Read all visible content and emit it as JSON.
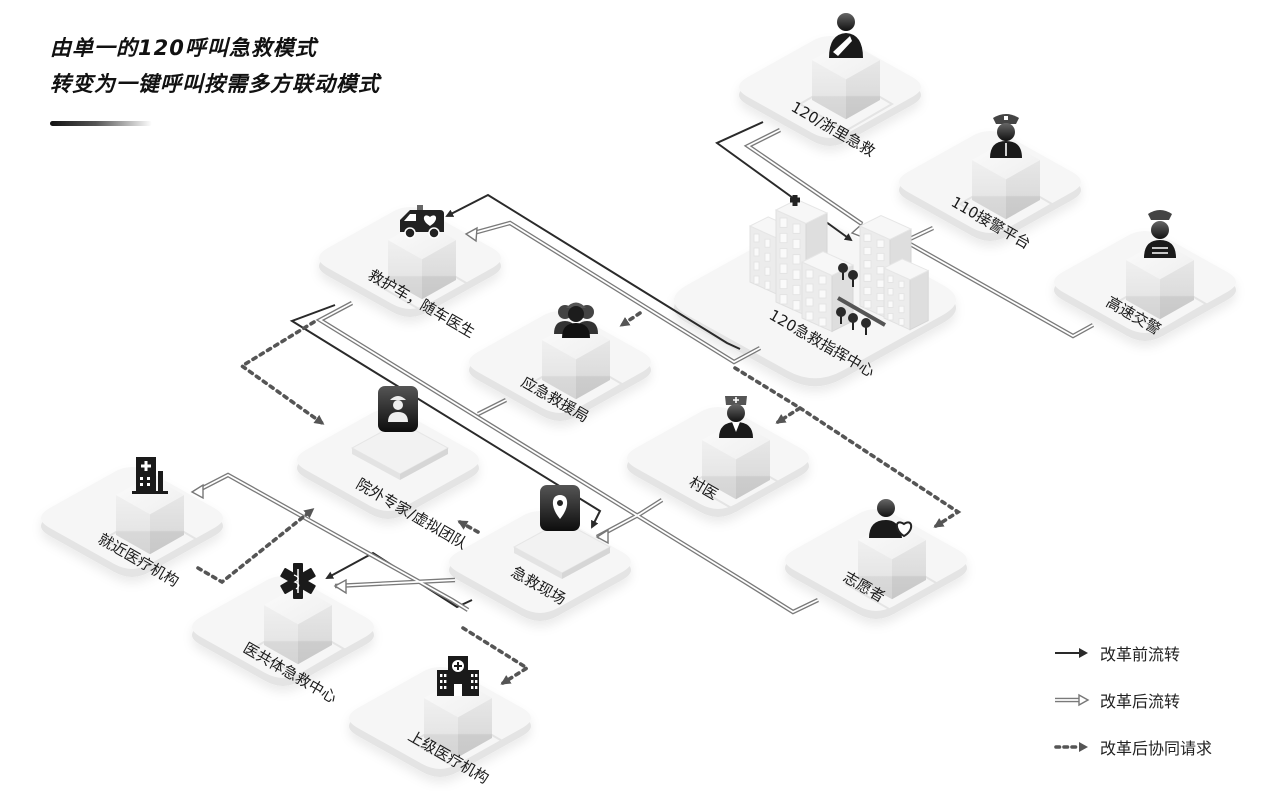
{
  "header": {
    "title_line1": "由单一的120呼叫急救模式",
    "title_line2": "转变为一键呼叫按需多方联动模式"
  },
  "nodes": [
    {
      "id": "zheli",
      "label": "120/浙里急救",
      "icon": "injured-person-icon"
    },
    {
      "id": "police110",
      "label": "110接警平台",
      "icon": "police-officer-icon"
    },
    {
      "id": "highway",
      "label": "高速交警",
      "icon": "traffic-police-icon"
    },
    {
      "id": "center120",
      "label": "120急救指挥中心",
      "icon": "hospital-buildings-icon"
    },
    {
      "id": "ambulance",
      "label": "救护车，随车医生",
      "icon": "ambulance-icon"
    },
    {
      "id": "emergency_bureau",
      "label": "应急救援局",
      "icon": "rescue-workers-icon"
    },
    {
      "id": "expert",
      "label": "院外专家/虚拟团队",
      "icon": "doctor-monitor-icon"
    },
    {
      "id": "village_doctor",
      "label": "村医",
      "icon": "nurse-icon"
    },
    {
      "id": "volunteer",
      "label": "志愿者",
      "icon": "volunteer-heart-icon"
    },
    {
      "id": "scene",
      "label": "急救现场",
      "icon": "location-pin-icon"
    },
    {
      "id": "nearby",
      "label": "就近医疗机构",
      "icon": "clinic-building-icon"
    },
    {
      "id": "community",
      "label": "医共体急救中心",
      "icon": "star-of-life-icon"
    },
    {
      "id": "superior",
      "label": "上级医疗机构",
      "icon": "hospital-icon"
    }
  ],
  "legend": [
    {
      "type": "before",
      "label": "改革前流转"
    },
    {
      "type": "after",
      "label": "改革后流转"
    },
    {
      "type": "collab",
      "label": "改革后协同请求"
    }
  ],
  "colors": {
    "line_before": "#2a2a2a",
    "line_after": "#777777",
    "line_collab": "#555555",
    "platform": "#f4f4f4",
    "platform_edge": "#e2e2e2",
    "icon": "#222222"
  }
}
